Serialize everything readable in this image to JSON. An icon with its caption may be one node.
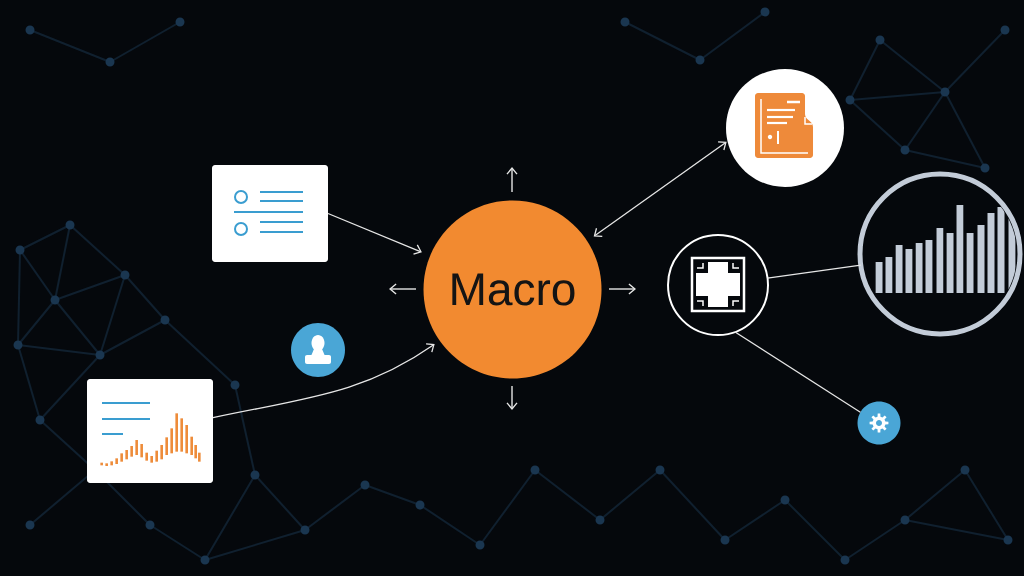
{
  "diagram": {
    "nodes": [
      {
        "text": [],
        "shape": "box"
      },
      {
        "text": [
          "Macro"
        ]
      },
      {
        "text": [],
        "shape": "circle"
      },
      {
        "text": [],
        "shape": "box"
      },
      {
        "text": [],
        "shape": "circle"
      },
      {
        "text": [],
        "shape": "circle"
      },
      {
        "text": [],
        "shape": "circle"
      },
      {
        "text": [],
        "shape": "circle"
      }
    ],
    "edges": [
      {
        "from": 0,
        "to": 1,
        "arrow": "to"
      },
      {
        "from": 3,
        "to": 1,
        "arrow": "to"
      },
      {
        "from": 1,
        "to": 4,
        "arrow": "both"
      },
      {
        "from": 5,
        "to": 6,
        "arrow": "none"
      },
      {
        "from": 5,
        "to": 7,
        "arrow": "none"
      }
    ]
  }
}
